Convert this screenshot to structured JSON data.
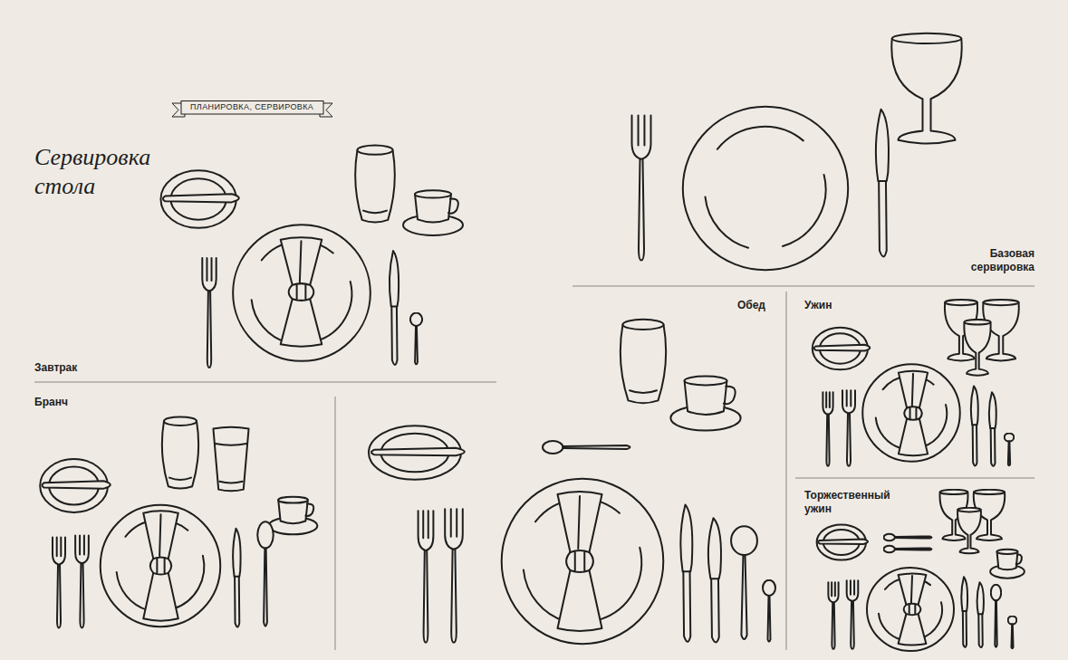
{
  "diagram": {
    "title": "Сервировка стола",
    "nodes": [
      {
        "text": [
          "ПЛАНИРОВКА, СЕРВИРОВКА"
        ]
      }
    ],
    "labels": [
      "Завтрак",
      "Бранч",
      "Базовая сервировка",
      "Обед",
      "Ужин",
      "Торжественный ужин"
    ]
  }
}
